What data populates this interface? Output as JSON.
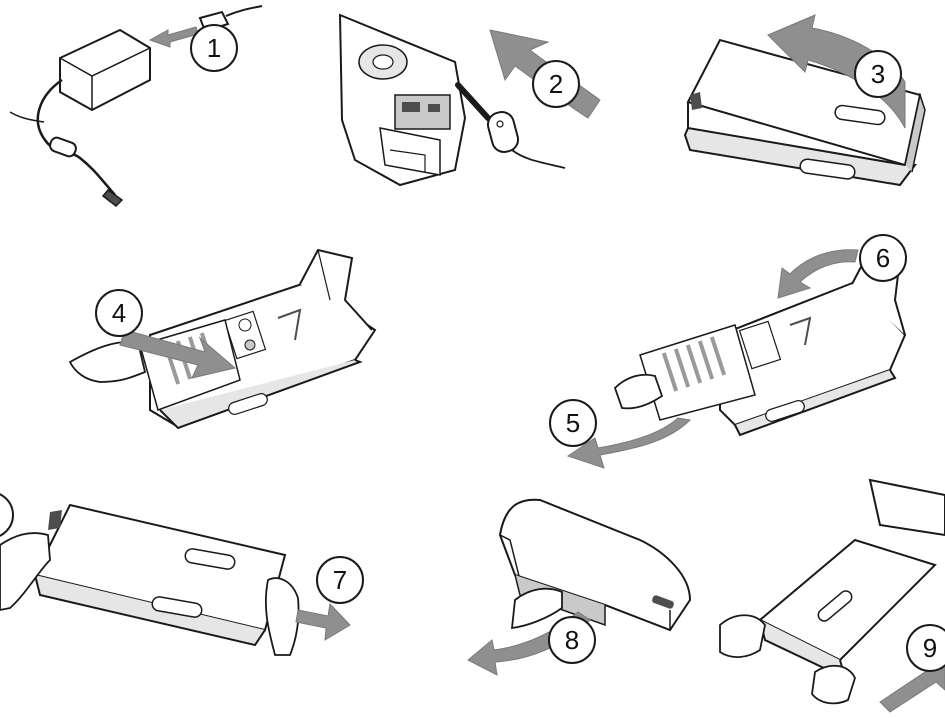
{
  "colors": {
    "outline": "#1a1a1a",
    "arrow_fill": "#8f8f8f",
    "paper_fill": "#ffffff",
    "shade_light": "#e6e6e6",
    "shade_mid": "#c9c9c9",
    "shade_dark": "#4d4d4d",
    "print_dots": "#9a9a9a"
  },
  "steps": [
    {
      "number": "1",
      "scene": "power-adapter-cable"
    },
    {
      "number": "2",
      "scene": "printer-rear-power-plug"
    },
    {
      "number": "3",
      "scene": "open-paper-tray-lid"
    },
    {
      "number": "4",
      "scene": "insert-paper-stack"
    },
    {
      "number": "5",
      "scene": "remove-protective-sheet"
    },
    {
      "number": "6",
      "scene": "close-paper-tray-lid"
    },
    {
      "number": "7",
      "scene": "hold-paper-tray"
    },
    {
      "number": "8",
      "scene": "open-printer-tray-door"
    },
    {
      "number": "9",
      "scene": "insert-tray-into-printer"
    }
  ]
}
